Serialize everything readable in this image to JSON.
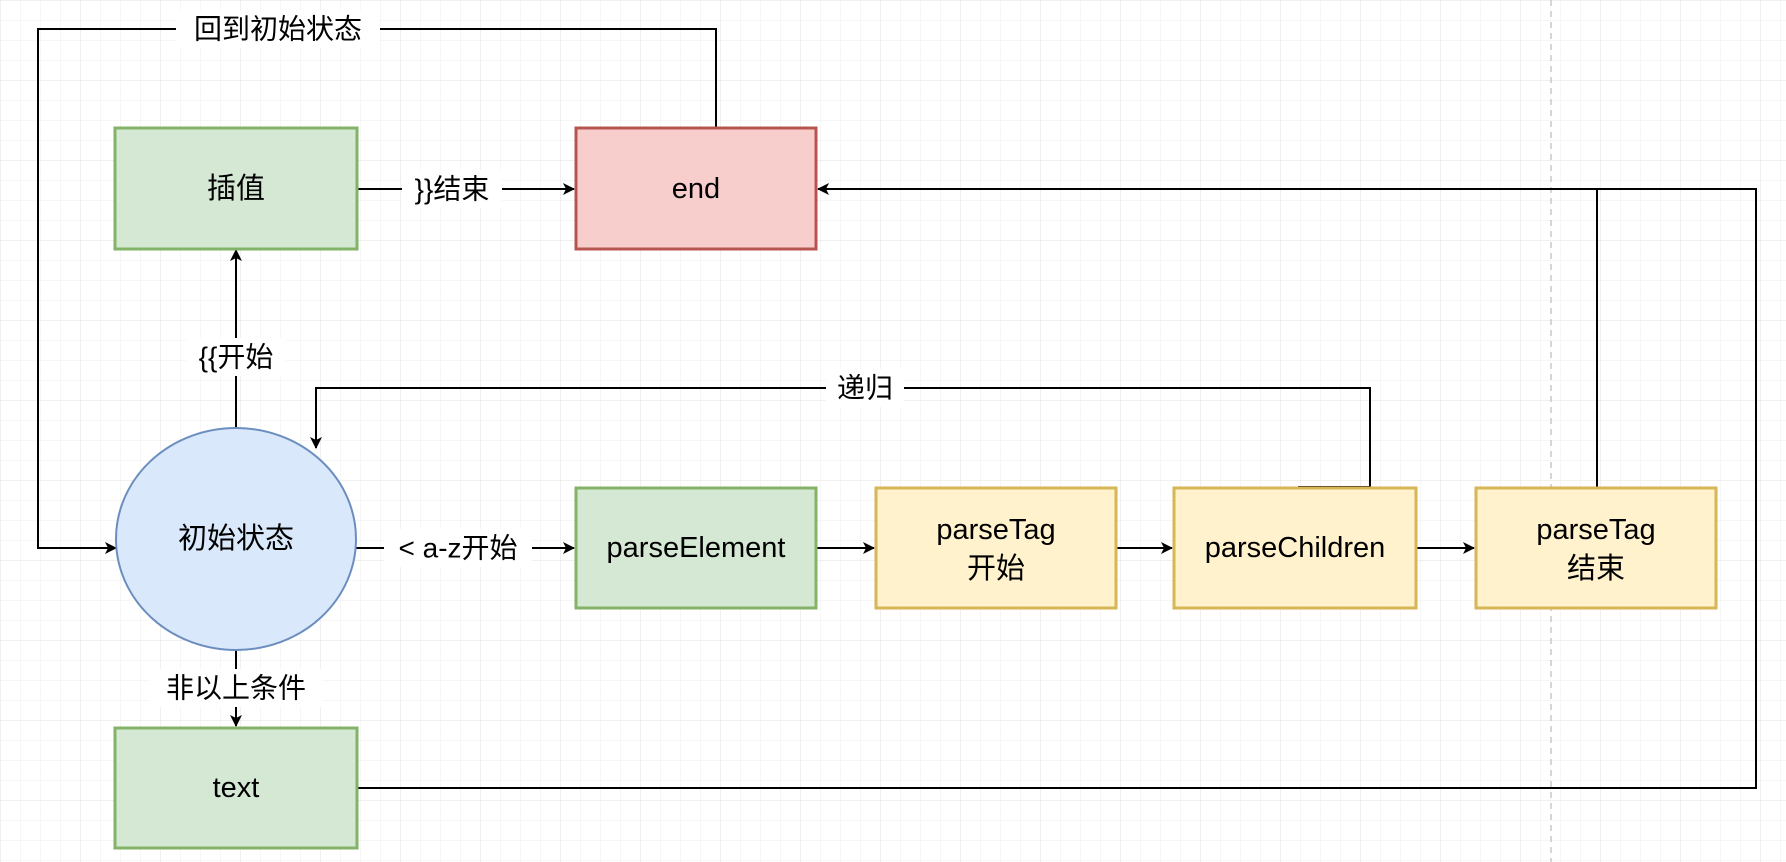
{
  "colors": {
    "green_fill": "#d5e8d4",
    "green_stroke": "#82b366",
    "red_fill": "#f8cecc",
    "red_stroke": "#b85450",
    "blue_fill": "#dae8fc",
    "blue_stroke": "#6c8ebf",
    "yellow_fill": "#fff2cc",
    "yellow_stroke": "#d6b656",
    "grid_line": "#ececec",
    "guide_line": "#c8c8c8"
  },
  "nodes": {
    "interpolation": {
      "label": "插值"
    },
    "end": {
      "label": "end"
    },
    "initial_state": {
      "label": "初始状态"
    },
    "parse_element": {
      "label": "parseElement"
    },
    "parse_tag_start": {
      "line1": "parseTag",
      "line2": "开始"
    },
    "parse_children": {
      "label": "parseChildren"
    },
    "parse_tag_end": {
      "line1": "parseTag",
      "line2": "结束"
    },
    "text": {
      "label": "text"
    }
  },
  "edges": {
    "back_to_initial": {
      "label": "回到初始状态"
    },
    "interp_to_end": {
      "label": "}}结束"
    },
    "initial_to_interp": {
      "label": "{{开始"
    },
    "recursion": {
      "label": "递归"
    },
    "initial_to_element": {
      "label": "< a-z开始"
    },
    "initial_to_text": {
      "label": "非以上条件"
    }
  }
}
